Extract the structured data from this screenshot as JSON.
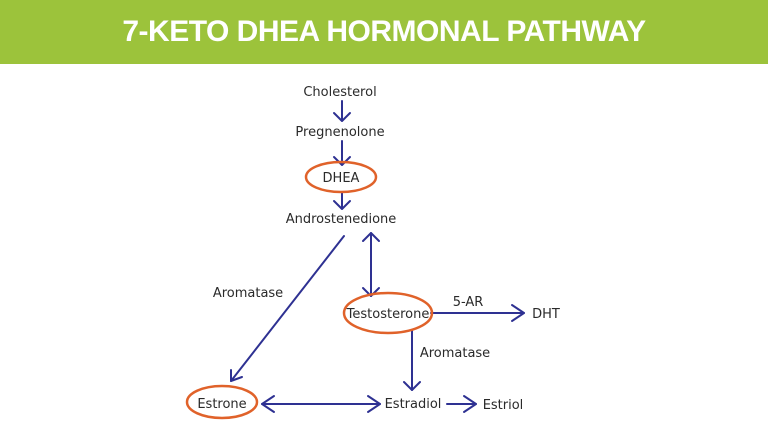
{
  "header": {
    "title": "7-KETO DHEA HORMONAL PATHWAY"
  },
  "colors": {
    "header_bg": "#9cc33b",
    "arrow": "#2e3192",
    "highlight": "#e0622a",
    "text": "#2a2a2a"
  },
  "nodes": {
    "cholesterol": "Cholesterol",
    "pregnenolone": "Pregnenolone",
    "dhea": "DHEA",
    "androstenedione": "Androstenedione",
    "testosterone": "Testosterone",
    "dht": "DHT",
    "estrone": "Estrone",
    "estradiol": "Estradiol",
    "estriol": "Estriol"
  },
  "edge_labels": {
    "aromatase_left": "Aromatase",
    "five_ar": "5-AR",
    "aromatase_right": "Aromatase"
  }
}
